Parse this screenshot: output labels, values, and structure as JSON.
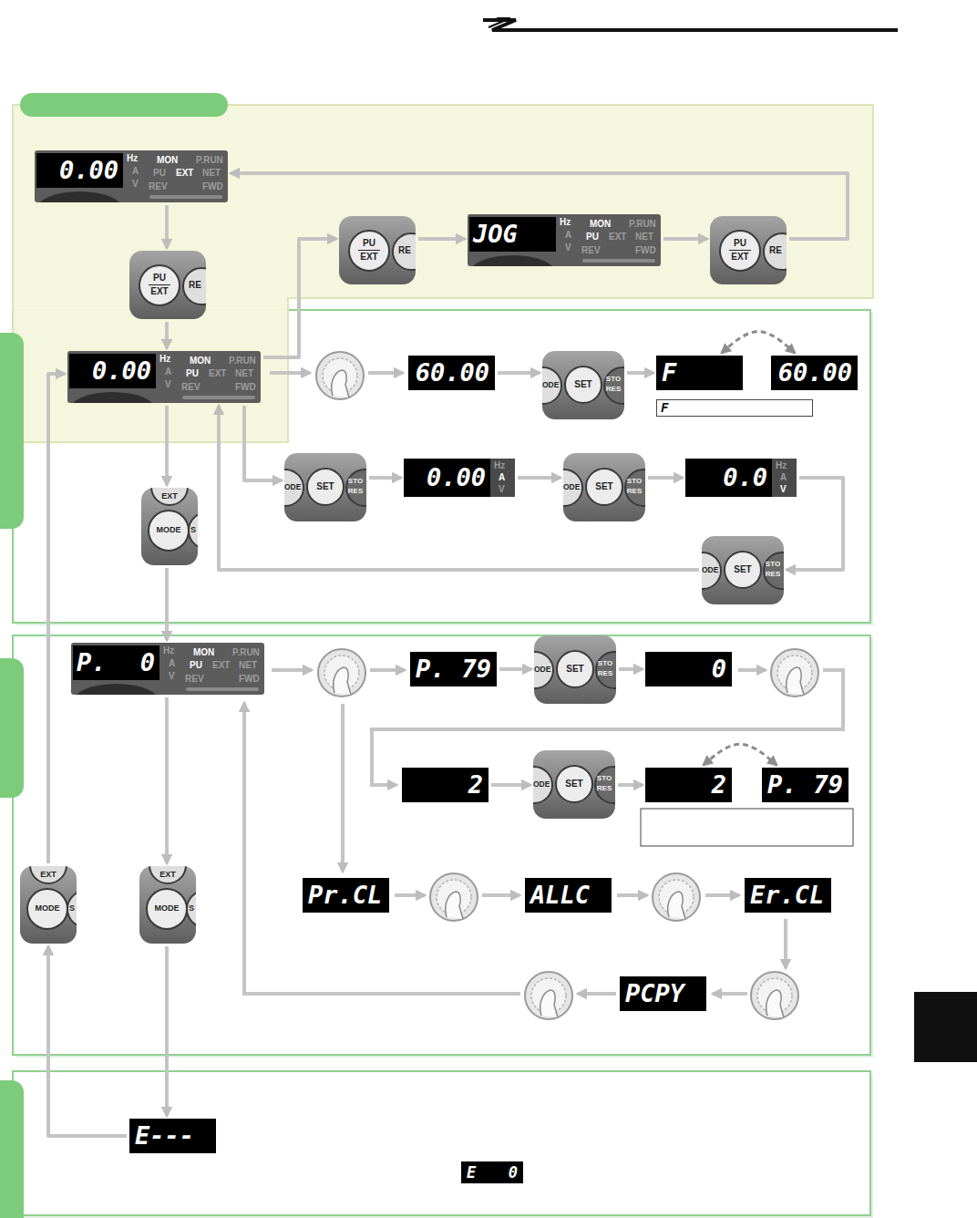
{
  "diagram": {
    "nodes": [
      {
        "text": [
          "0.00",
          "Hz",
          "A",
          "V",
          "MON",
          "P.RUN",
          "PU",
          "EXT",
          "NET",
          "REV",
          "FWD"
        ]
      },
      {
        "text": [
          "PU",
          "EXT",
          "RE"
        ]
      },
      {
        "text": [
          "PU",
          "EXT",
          "RE"
        ]
      },
      {
        "text": [
          "JOG",
          "Hz",
          "A",
          "V",
          "MON",
          "P.RUN",
          "PU",
          "EXT",
          "NET",
          "REV",
          "FWD"
        ]
      },
      {
        "text": [
          "PU",
          "EXT",
          "RE"
        ]
      },
      {
        "text": [
          "0.00",
          "Hz",
          "A",
          "V",
          "MON",
          "P.RUN",
          "PU",
          "EXT",
          "NET",
          "REV",
          "FWD"
        ]
      },
      {
        "text": [
          "60.00"
        ]
      },
      {
        "text": [
          "ODE",
          "SET",
          "STO RES"
        ]
      },
      {
        "text": [
          "F"
        ]
      },
      {
        "text": [
          "60.00"
        ]
      },
      {
        "text": [
          "F"
        ]
      },
      {
        "text": [
          "ODE",
          "SET",
          "STO RES"
        ]
      },
      {
        "text": [
          "0.00",
          "Hz",
          "A",
          "V"
        ]
      },
      {
        "text": [
          "ODE",
          "SET",
          "STO RES"
        ]
      },
      {
        "text": [
          "0.0",
          "Hz",
          "A",
          "V"
        ]
      },
      {
        "text": [
          "ODE",
          "SET",
          "STO RES"
        ]
      },
      {
        "text": [
          "EXT",
          "MODE",
          "S"
        ]
      },
      {
        "text": [
          "P. 0",
          "Hz",
          "A",
          "V",
          "MON",
          "P.RUN",
          "PU",
          "EXT",
          "NET",
          "REV",
          "FWD"
        ]
      },
      {
        "text": [
          "P. 79"
        ]
      },
      {
        "text": [
          "ODE",
          "SET",
          "STO RES"
        ]
      },
      {
        "text": [
          "0"
        ]
      },
      {
        "text": [
          "2"
        ]
      },
      {
        "text": [
          "ODE",
          "SET",
          "STO RES"
        ]
      },
      {
        "text": [
          "2"
        ]
      },
      {
        "text": [
          "P. 79"
        ]
      },
      {
        "text": [
          "EXT",
          "MODE",
          "S"
        ]
      },
      {
        "text": [
          "EXT",
          "MODE",
          "S"
        ]
      },
      {
        "text": [
          "Pr.CL"
        ]
      },
      {
        "text": [
          "ALLC"
        ]
      },
      {
        "text": [
          "Er.CL"
        ]
      },
      {
        "text": [
          "PCPY"
        ]
      },
      {
        "text": [
          "E---"
        ]
      },
      {
        "text": [
          "E 0"
        ]
      }
    ],
    "edges": [
      {
        "from": 0,
        "to": 1,
        "arrow": "to"
      },
      {
        "from": 1,
        "to": 5,
        "arrow": "to"
      },
      {
        "from": 5,
        "to": 2,
        "arrow": "to"
      },
      {
        "from": 2,
        "to": 3,
        "arrow": "to"
      },
      {
        "from": 3,
        "to": 4,
        "arrow": "to"
      },
      {
        "from": 4,
        "to": 0,
        "arrow": "to"
      },
      {
        "from": 6,
        "to": 7,
        "arrow": "to"
      },
      {
        "from": 7,
        "to": 8,
        "arrow": "to"
      },
      {
        "from": 8,
        "to": 9,
        "arrow": "both"
      },
      {
        "from": 5,
        "to": 11,
        "arrow": "to"
      },
      {
        "from": 11,
        "to": 12,
        "arrow": "to"
      },
      {
        "from": 12,
        "to": 13,
        "arrow": "to"
      },
      {
        "from": 13,
        "to": 14,
        "arrow": "to"
      },
      {
        "from": 14,
        "to": 15,
        "arrow": "to"
      },
      {
        "from": 15,
        "to": 5,
        "arrow": "to"
      },
      {
        "from": 5,
        "to": 16,
        "arrow": "to"
      },
      {
        "from": 16,
        "to": 17,
        "arrow": "to"
      },
      {
        "from": 18,
        "to": 19,
        "arrow": "to"
      },
      {
        "from": 19,
        "to": 20,
        "arrow": "to"
      },
      {
        "from": 21,
        "to": 22,
        "arrow": "to"
      },
      {
        "from": 22,
        "to": 23,
        "arrow": "to"
      },
      {
        "from": 23,
        "to": 24,
        "arrow": "both"
      },
      {
        "from": 17,
        "to": 26,
        "arrow": "to"
      },
      {
        "from": 26,
        "to": 31,
        "arrow": "to"
      },
      {
        "from": 31,
        "to": 25,
        "arrow": "to"
      },
      {
        "from": 25,
        "to": 5,
        "arrow": "to"
      }
    ]
  }
}
